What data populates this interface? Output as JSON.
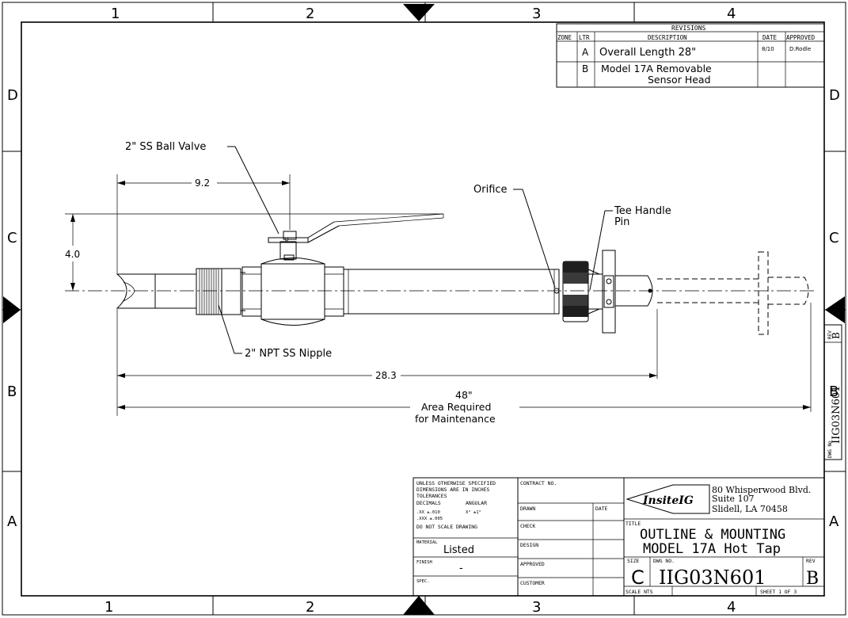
{
  "border": {
    "zones_top": [
      "1",
      "2",
      "3",
      "4"
    ],
    "zones_bottom": [
      "1",
      "2",
      "3",
      "4"
    ],
    "rows_left": [
      "D",
      "C",
      "B",
      "A"
    ],
    "rows_right": [
      "D",
      "C",
      "B",
      "A"
    ]
  },
  "revisions": {
    "heading": "REVISIONS",
    "columns": {
      "zone": "ZONE",
      "ltr": "LTR",
      "description": "DESCRIPTION",
      "date": "DATE",
      "approved": "APPROVED"
    },
    "rows": [
      {
        "ltr": "A",
        "description": "Overall Length 28\"",
        "date": "8/10",
        "approved": "D.Rodle"
      },
      {
        "ltr": "B",
        "description_line1": "Model 17A Removable",
        "description_line2": "Sensor Head",
        "date": "",
        "approved": ""
      }
    ]
  },
  "callouts": {
    "ball_valve": "2\" SS Ball Valve",
    "orifice": "Orifice",
    "tee_handle_line1": "Tee Handle",
    "tee_handle_line2": "Pin",
    "nipple": "2\" NPT SS Nipple"
  },
  "dimensions": {
    "valve_offset": "9.2",
    "height": "4.0",
    "overall": "28.3",
    "maintenance_line1": "48\"",
    "maintenance_line2": "Area Required",
    "maintenance_line3": "for Maintenance"
  },
  "side_label": {
    "rev_label": "REV",
    "rev_value": "B",
    "dwg_label": "DWG No",
    "dwg_value": "IIG03N601"
  },
  "title_block": {
    "notes": {
      "line1": "UNLESS OTHERWISE SPECIFIED",
      "line2": "DIMENSIONS ARE IN INCHES",
      "line3": "TOLERANCES",
      "line4a": "DECIMALS",
      "line4b": "ANGULAR",
      "line5a": ".XX ±.010",
      "line5b": "X° ±1°",
      "line6": ".XXX ±.005",
      "line7": "DO NOT SCALE DRAWING"
    },
    "material_label": "MATERIAL",
    "material_value": "Listed",
    "finish_label": "FINISH",
    "finish_value": "-",
    "spec_label": "SPEC.",
    "contract_label": "CONTRACT NO.",
    "drawn_label": "DRAWN",
    "date_label": "DATE",
    "check_label": "CHECK",
    "design_label": "DESIGN",
    "approved_label": "APPROVED",
    "customer_label": "CUSTOMER",
    "company_logo": "InsiteIG",
    "address_line1": "80 Whisperwood Blvd.",
    "address_line2": "Suite 107",
    "address_line3": "Slidell, LA 70458",
    "title_label": "TITLE",
    "title_line1": "OUTLINE & MOUNTING",
    "title_line2": "MODEL 17A Hot Tap",
    "size_label": "SIZE",
    "size_value": "C",
    "dwg_no_label": "DWG NO.",
    "dwg_no_value": "IIG03N601",
    "rev_label": "REV",
    "rev_value": "B",
    "scale_label": "SCALE  NTS",
    "sheet_label": "SHEET 1 OF 3"
  }
}
